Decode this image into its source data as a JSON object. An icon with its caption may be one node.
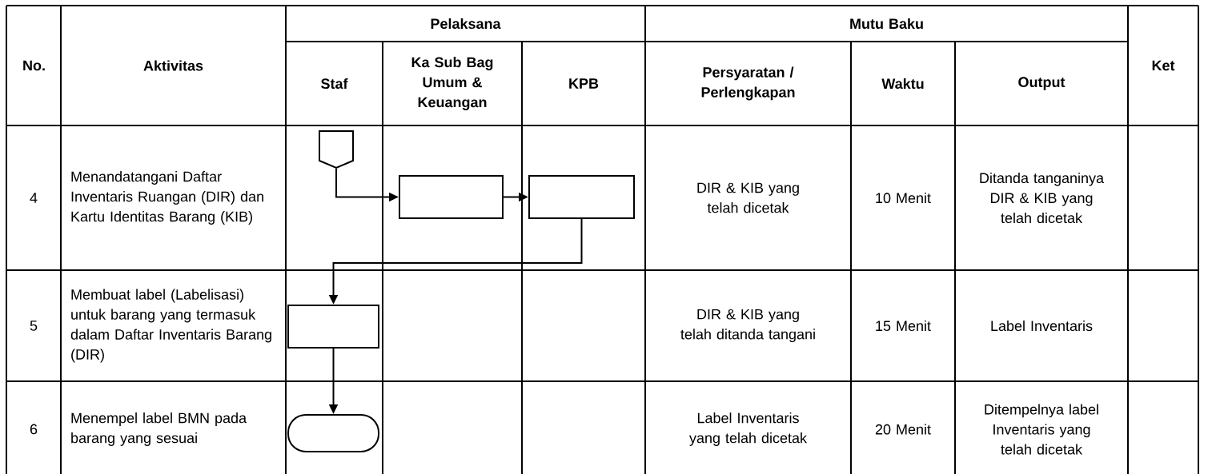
{
  "diagram": {
    "nodes": [
      {
        "text": [],
        "shape": "pentagon"
      },
      {
        "text": [],
        "shape": "box"
      },
      {
        "text": [],
        "shape": "box"
      },
      {
        "text": [],
        "shape": "box"
      },
      {
        "text": [],
        "shape": "terminator"
      }
    ],
    "edges": [
      {
        "from": 0,
        "to": 1,
        "arrow": "to"
      },
      {
        "from": 1,
        "to": 2,
        "arrow": "to"
      },
      {
        "from": 2,
        "to": 3,
        "arrow": "to"
      },
      {
        "from": 3,
        "to": 4,
        "arrow": "to"
      }
    ],
    "labels": [
      "No.",
      "Aktivitas",
      "Pelaksana",
      "Mutu Baku",
      "Ket",
      "Staf",
      "Ka Sub Bag Umum & Keuangan",
      "KPB",
      "Persyaratan / Perlengkapan",
      "Waktu",
      "Output",
      "4",
      "Menandatangani Daftar Inventaris Ruangan (DIR) dan Kartu Identitas Barang (KIB)",
      "DIR & KIB yang telah dicetak",
      "10 Menit",
      "Ditanda tanganinya DIR & KIB yang telah dicetak",
      "5",
      "Membuat label (Labelisasi) untuk barang yang termasuk dalam Daftar Inventaris Barang (DIR)",
      "DIR & KIB yang telah ditanda tangani",
      "15 Menit",
      "Label Inventaris",
      "6",
      "Menempel label BMN pada barang yang sesuai",
      "Label Inventaris yang telah dicetak",
      "20 Menit",
      "Ditempelnya label Inventaris yang telah dicetak"
    ]
  }
}
